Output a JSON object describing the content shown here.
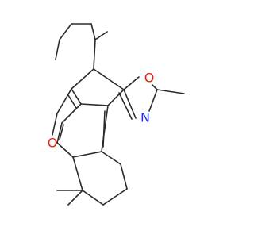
{
  "molecule": {
    "atom_labels": {
      "furan_oxygen": "O",
      "oxazole_oxygen": "O",
      "oxazole_nitrogen": "N"
    },
    "colors": {
      "bond": "#2b2b2b",
      "oxygen": "#e8200c",
      "nitrogen": "#2230e6",
      "background": "#ffffff"
    }
  }
}
